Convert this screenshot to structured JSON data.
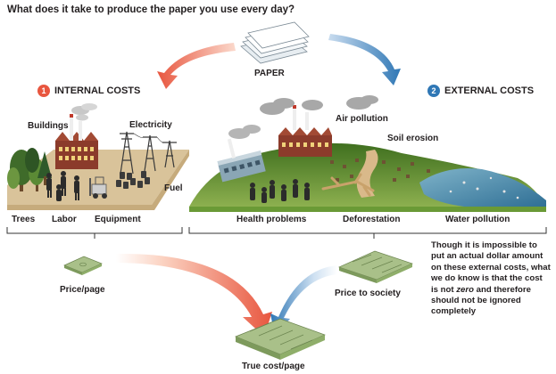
{
  "title": "What does it take to produce the paper you use every day?",
  "paper_label": "PAPER",
  "internal": {
    "number": "1",
    "heading": "INTERNAL COSTS",
    "color": "#e8563f",
    "labels": {
      "buildings": "Buildings",
      "electricity": "Electricity",
      "fuel": "Fuel",
      "trees": "Trees",
      "labor": "Labor",
      "equipment": "Equipment"
    }
  },
  "external": {
    "number": "2",
    "heading": "EXTERNAL COSTS",
    "color": "#2f77b5",
    "labels": {
      "air_pollution": "Air pollution",
      "soil_erosion": "Soil erosion",
      "health_problems": "Health problems",
      "deforestation": "Deforestation",
      "water_pollution": "Water pollution"
    }
  },
  "money": {
    "price_page": "Price/page",
    "price_society": "Price to society",
    "true_cost": "True cost/page"
  },
  "note": {
    "before": "Though it is impossible to put an actual dollar amount on these external costs, what we do know is that the cost is not ",
    "emphasis": "zero",
    "after": " and therefore should not be ignored completely"
  },
  "colors": {
    "arrow_red": "#e8563f",
    "arrow_blue": "#2f77b5",
    "ground_tan": "#d9c39a",
    "hill_green": "#5e8c2f",
    "money_green": "#a9c089"
  }
}
